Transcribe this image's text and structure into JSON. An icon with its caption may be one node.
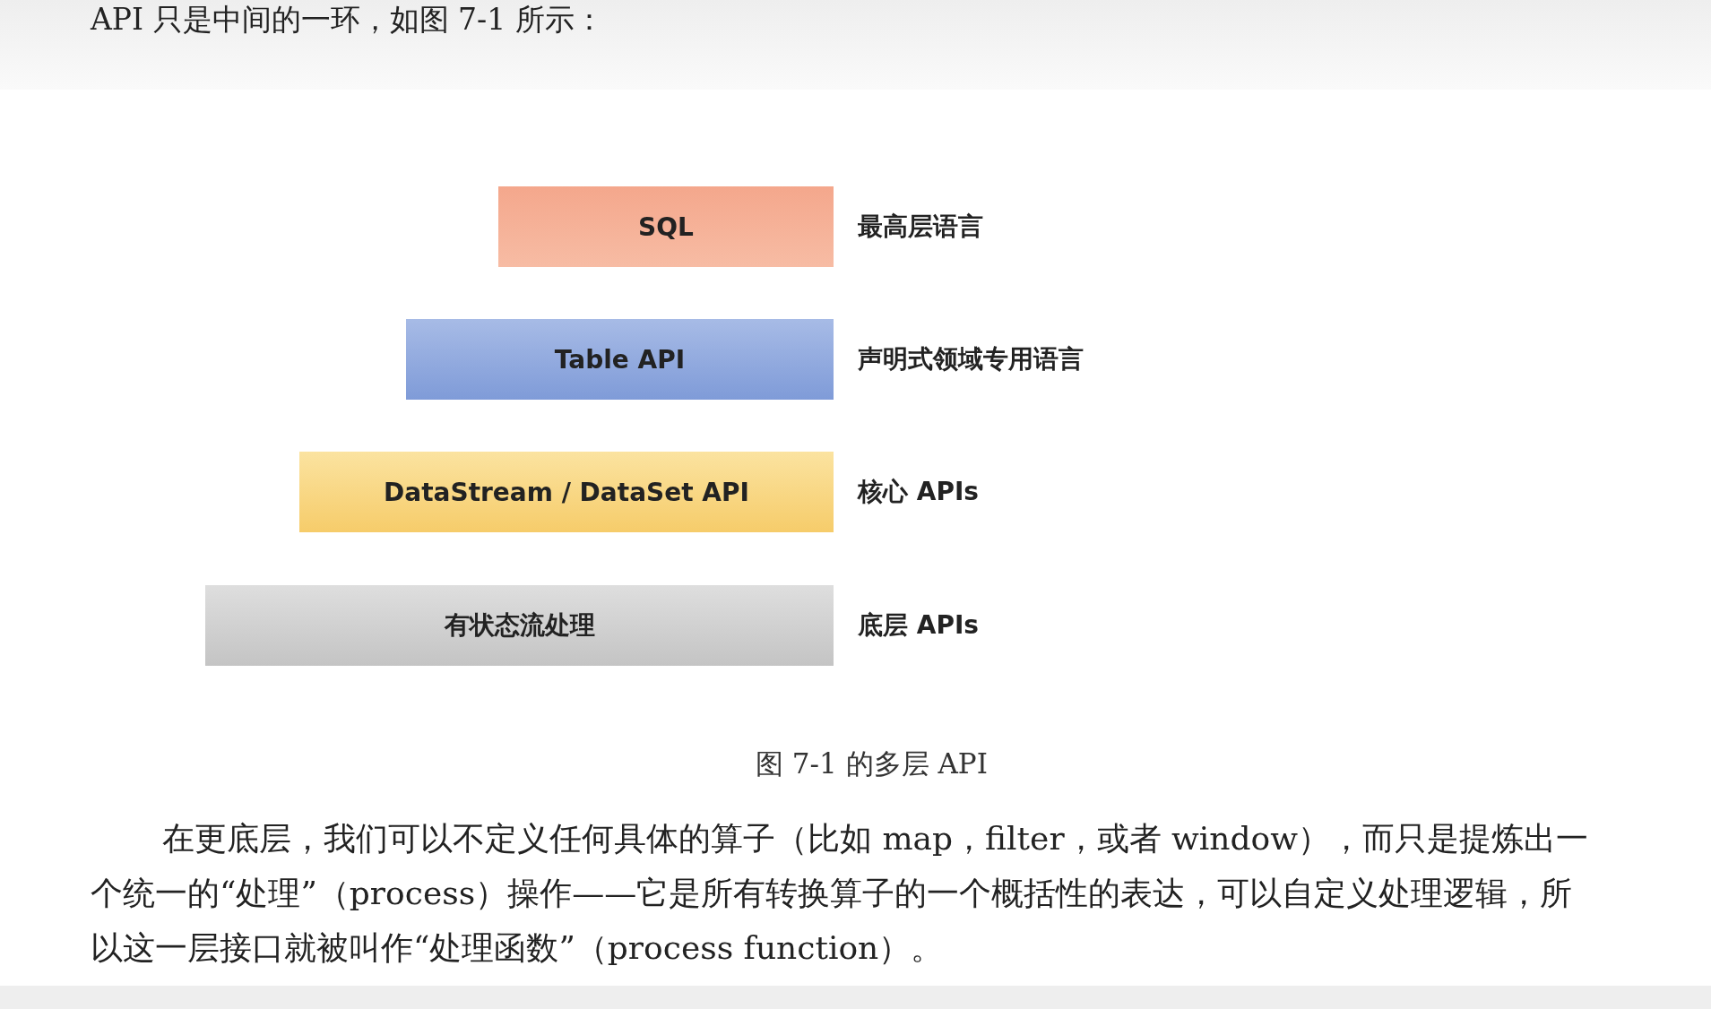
{
  "diagram": {
    "caption": "图 7-1 的多层 API",
    "nodes": [
      {
        "text": [
          "SQL"
        ],
        "beside": [
          "最高层语言"
        ]
      },
      {
        "text": [
          "Table API"
        ],
        "beside": [
          "声明式领域专用语言"
        ]
      },
      {
        "text": [
          "DataStream / DataSet API"
        ],
        "beside": [
          "核心 APIs"
        ]
      },
      {
        "text": [
          "有状态流处理"
        ],
        "beside": [
          "底层 APIs"
        ]
      }
    ],
    "labels": [
      "API 只是中间的一环，如图 7-1 所示：",
      "在更底层，我们可以不定义任何具体的算子（比如 map，filter，或者 window），而只是提炼出一个统一的“处理”（process）操作——它是所有转换算子的一个概括性的表达，可以自定义处理逻辑，所以这一层接口就被叫作“处理函数”（process function）。"
    ]
  }
}
